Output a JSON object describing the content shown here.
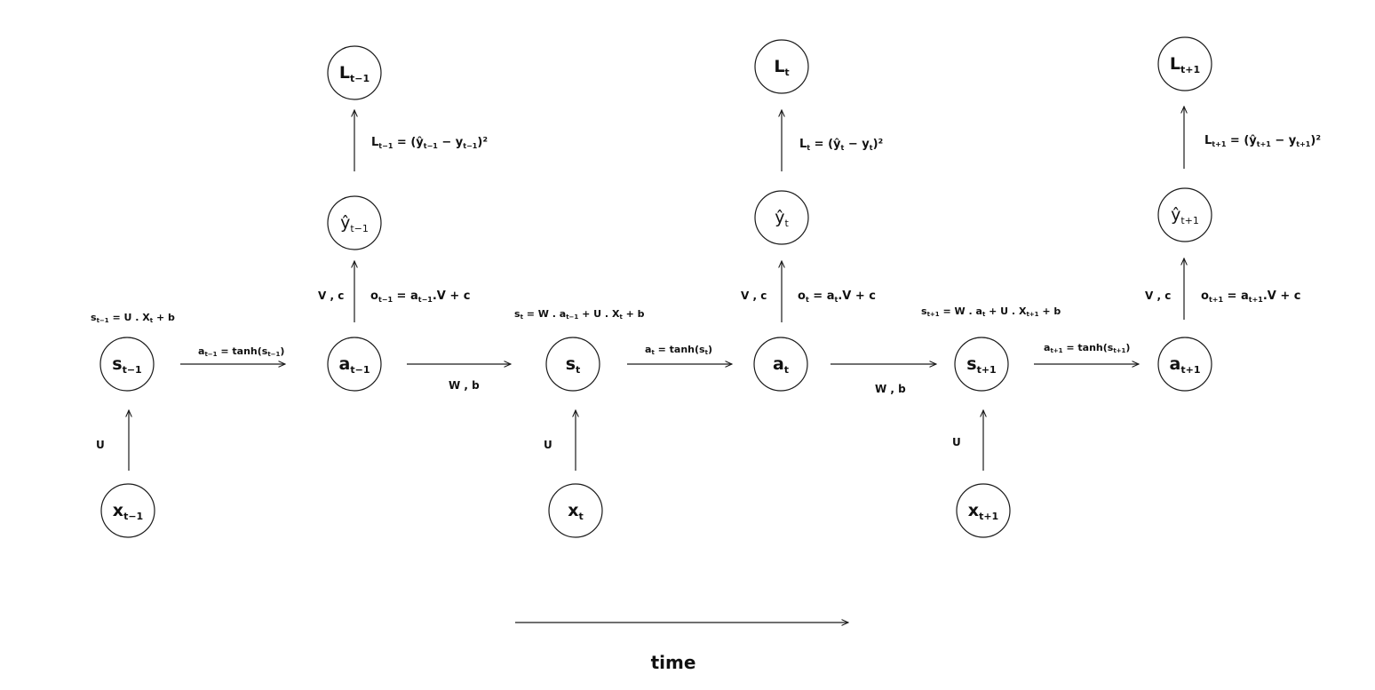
{
  "nodes": {
    "L_prev": {
      "main": "L",
      "sub": "t−1"
    },
    "L_t": {
      "main": "L",
      "sub": "t"
    },
    "L_next": {
      "main": "L",
      "sub": "t+1"
    },
    "yhat_prev": {
      "main": "ŷ",
      "sub": "t−1"
    },
    "yhat_t": {
      "main": "ŷ",
      "sub": "t"
    },
    "yhat_next": {
      "main": "ŷ",
      "sub": "t+1"
    },
    "s_prev": {
      "main": "s",
      "sub": "t−1"
    },
    "s_t": {
      "main": "s",
      "sub": "t"
    },
    "s_next": {
      "main": "s",
      "sub": "t+1"
    },
    "a_prev": {
      "main": "a",
      "sub": "t−1"
    },
    "a_t": {
      "main": "a",
      "sub": "t"
    },
    "a_next": {
      "main": "a",
      "sub": "t+1"
    },
    "x_prev": {
      "main": "x",
      "sub": "t−1"
    },
    "x_t": {
      "main": "x",
      "sub": "t"
    },
    "x_next": {
      "main": "x",
      "sub": "t+1"
    }
  },
  "labels": {
    "loss_prev": {
      "p1": "L",
      "s1": "t−1",
      "p2": " = (ŷ",
      "s2": "t−1",
      "p3": " − y",
      "s3": "t−1",
      "p4": ")²"
    },
    "loss_t": {
      "p1": "L",
      "s1": "t",
      "p2": " = (ŷ",
      "s2": "t",
      "p3": " − y",
      "s3": "t",
      "p4": ")²"
    },
    "loss_next": {
      "p1": "L",
      "s1": "t+1",
      "p2": " = (ŷ",
      "s2": "t+1",
      "p3": " − y",
      "s3": "t+1",
      "p4": ")²"
    },
    "out_prev": {
      "p1": "o",
      "s1": "t−1",
      "p2": " = a",
      "s2": "t−1",
      "p3": ".V + c"
    },
    "out_t": {
      "p1": "o",
      "s1": "t",
      "p2": " = a",
      "s2": "t",
      "p3": ".V + c"
    },
    "out_next": {
      "p1": "o",
      "s1": "t+1",
      "p2": " = a",
      "s2": "t+1",
      "p3": ".V + c"
    },
    "vc": "V , c",
    "wb": "W , b",
    "u": "U",
    "state_prev": {
      "p1": "s",
      "s1": "t−1",
      "p2": " = U . X",
      "s2": "t",
      "p3": " + b"
    },
    "state_t": {
      "p1": "s",
      "s1": "t",
      "p2": " = W . a",
      "s2": "t−1",
      "p3": " + U . X",
      "s3": "t",
      "p4": " + b"
    },
    "state_next": {
      "p1": "s",
      "s1": "t+1",
      "p2": " = W . a",
      "s2": "t",
      "p3": " + U . X",
      "s3": "t+1",
      "p4": " + b"
    },
    "act_prev": {
      "p1": "a",
      "s1": "t−1",
      "p2": " = tanh(s",
      "s2": "t−1",
      "p3": ")"
    },
    "act_t": {
      "p1": "a",
      "s1": "t",
      "p2": " = tanh(s",
      "s2": "t",
      "p3": ")"
    },
    "act_next": {
      "p1": "a",
      "s1": "t+1",
      "p2": " = tanh(s",
      "s2": "t+1",
      "p3": ")"
    },
    "time": "time"
  }
}
